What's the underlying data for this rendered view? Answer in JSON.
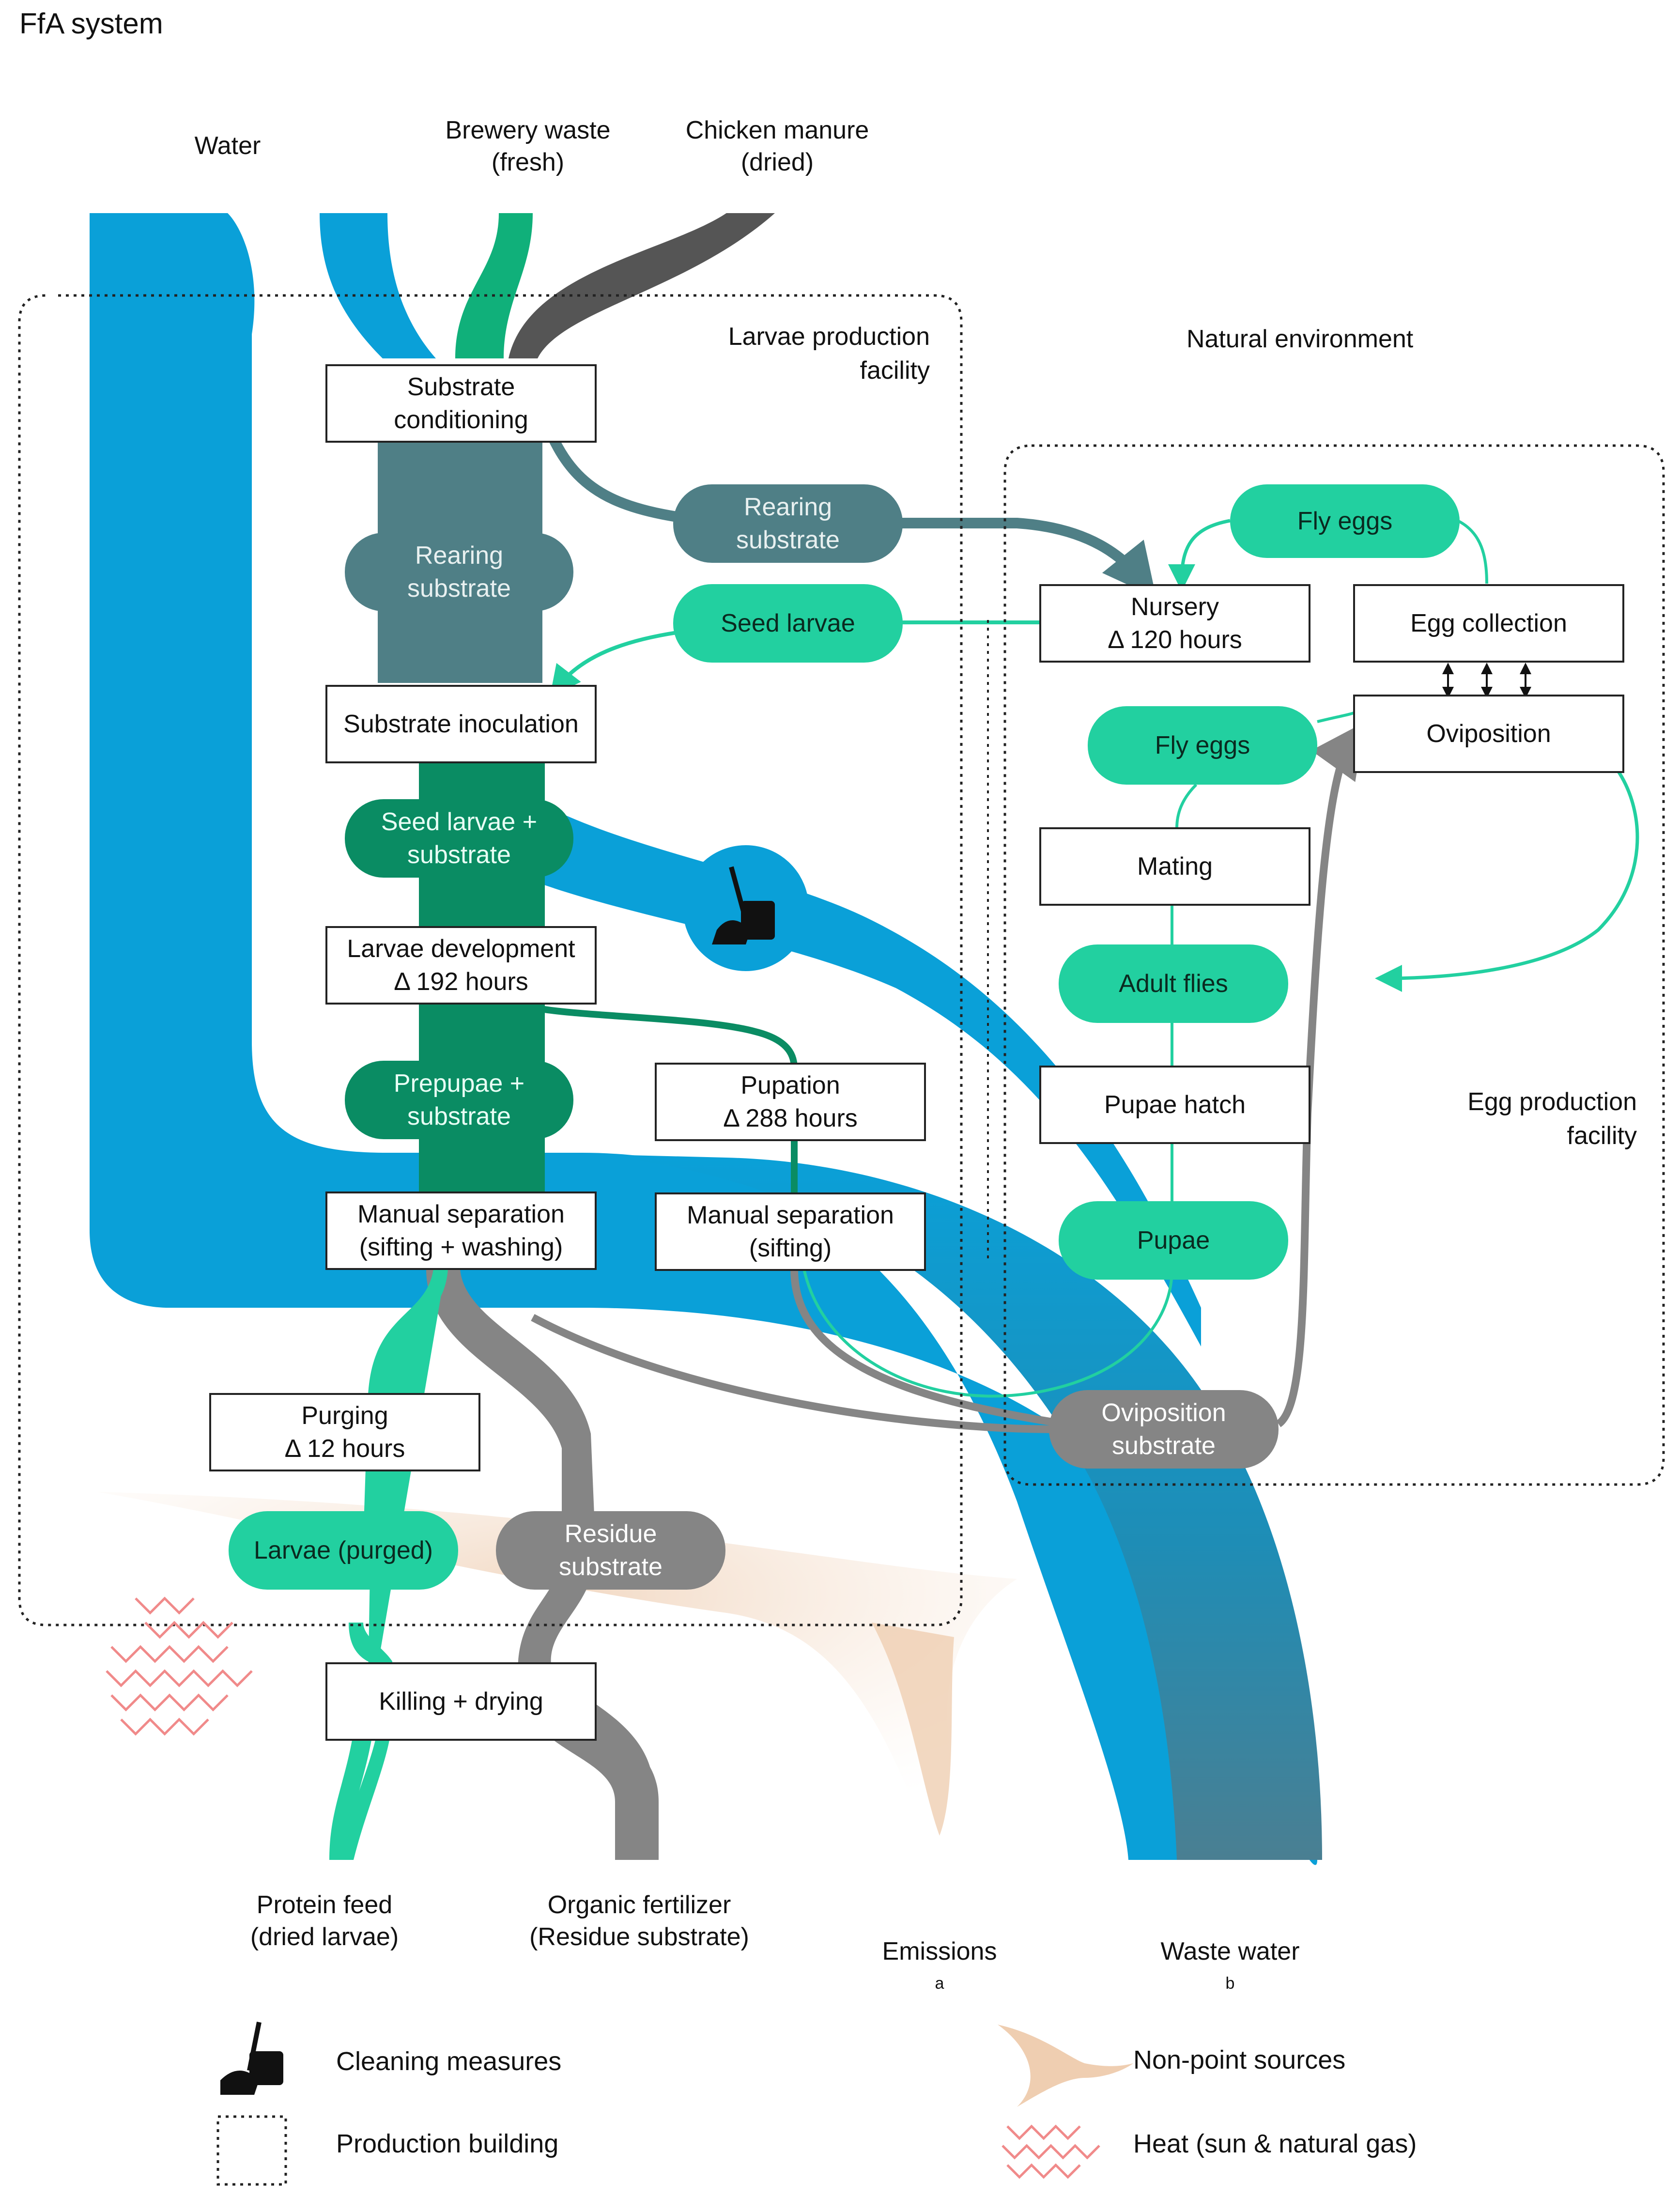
{
  "title": "FfA system",
  "inputs": {
    "water": "Water",
    "brewery": "Brewery waste\n(fresh)",
    "chicken": "Chicken manure\n(dried)"
  },
  "zones": {
    "larvae_facility": "Larvae production\nfacility",
    "natural_env": "Natural environment",
    "egg_facility": "Egg production\nfacility"
  },
  "boxes": {
    "substrate_conditioning": "Substrate\nconditioning",
    "substrate_inoculation": "Substrate inoculation",
    "larvae_development": "Larvae development\nΔ 192 hours",
    "manual_sep_wash": "Manual separation\n(sifting + washing)",
    "pupation": "Pupation\nΔ 288 hours",
    "manual_sep_sift": "Manual separation\n(sifting)",
    "purging": "Purging\nΔ 12 hours",
    "killing": "Killing + drying",
    "nursery": "Nursery\nΔ 120 hours",
    "egg_collection": "Egg collection",
    "oviposition": "Oviposition",
    "mating": "Mating",
    "pupae_hatch": "Pupae hatch"
  },
  "pills": {
    "rearing_substrate_a": "Rearing\nsubstrate",
    "rearing_substrate_b": "Rearing\nsubstrate",
    "seed_larvae": "Seed larvae",
    "seed_larvae_substrate": "Seed larvae +\nsubstrate",
    "prepupae_substrate": "Prepupae +\nsubstrate",
    "fly_eggs_a": "Fly eggs",
    "fly_eggs_b": "Fly eggs",
    "adult_flies": "Adult flies",
    "pupae": "Pupae",
    "oviposition_substrate": "Oviposition\nsubstrate",
    "larvae_purged": "Larvae (purged)",
    "residue_substrate": "Residue\nsubstrate"
  },
  "outputs": {
    "protein": "Protein feed\n(dried larvae)",
    "fertilizer": "Organic fertilizer\n(Residue substrate)",
    "emissions": "Emissions",
    "emissions_sup": "a",
    "wastewater": "Waste water",
    "wastewater_sup": "b"
  },
  "legend": {
    "cleaning": "Cleaning measures",
    "building": "Production building",
    "nonpoint": "Non-point sources",
    "heat": "Heat (sun & natural gas)"
  },
  "colors": {
    "water": "#0aa0d8",
    "brewery": "#10b07a",
    "chicken": "#555555",
    "rearing": "#4f7f86",
    "seed": "#0a8c63",
    "larvae": "#22d0a0",
    "residue": "#858585",
    "wastewater": "#4a7f92"
  }
}
